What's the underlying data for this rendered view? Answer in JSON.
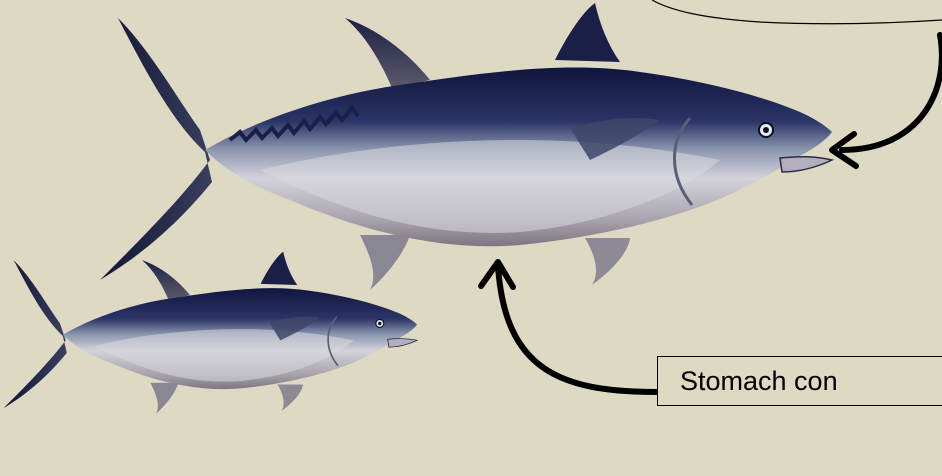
{
  "labels": {
    "stomach": "Stomach con"
  },
  "colors": {
    "background": "#ddd9c3",
    "tuna_back": "#151a45",
    "tuna_belly": "#c4c1c9",
    "arrow": "#000000"
  },
  "icons": [
    "tuna-fish",
    "curved-arrow"
  ]
}
